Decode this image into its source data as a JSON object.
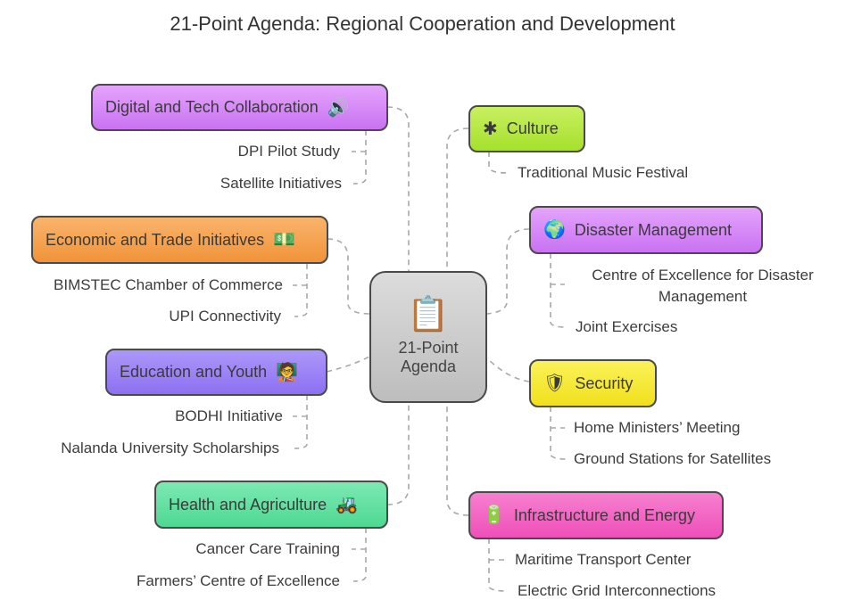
{
  "title": "21-Point Agenda: Regional Cooperation and Development",
  "center": {
    "line1": "21-Point",
    "line2": "Agenda",
    "icon": "clipboard-pencil-icon"
  },
  "left": [
    {
      "label": "Digital and Tech Collaboration",
      "icon": "speaker-signal-icon",
      "color": "#d78af6",
      "items": [
        "DPI Pilot Study",
        "Satellite Initiatives"
      ]
    },
    {
      "label": "Economic and Trade Initiatives",
      "icon": "money-calculator-icon",
      "color": "#f7a24f",
      "items": [
        "BIMSTEC Chamber of Commerce",
        "UPI Connectivity"
      ]
    },
    {
      "label": "Education and Youth",
      "icon": "teacher-board-icon",
      "color": "#9b82f6",
      "items": [
        "BODHI Initiative",
        "Nalanda University Scholarships"
      ]
    },
    {
      "label": "Health and Agriculture",
      "icon": "tractor-icon",
      "color": "#62e2a2",
      "items": [
        "Cancer Care Training",
        "Farmers’ Centre of Excellence"
      ]
    }
  ],
  "right": [
    {
      "label": "Culture",
      "icon": "sparkle-icon",
      "color": "#b8ea42",
      "items": [
        "Traditional Music Festival"
      ]
    },
    {
      "label": "Disaster Management",
      "icon": "globe-thermometer-icon",
      "color": "#d78af6",
      "items": [
        "Centre of Excellence for Disaster Management",
        "Joint Exercises"
      ]
    },
    {
      "label": "Security",
      "icon": "shield-check-icon",
      "color": "#f6ea2c",
      "items": [
        "Home Ministers’ Meeting",
        "Ground Stations for Satellites"
      ]
    },
    {
      "label": "Infrastructure and Energy",
      "icon": "battery-leaf-icon",
      "color": "#f462c2",
      "items": [
        "Maritime Transport Center",
        "Electric Grid Interconnections"
      ]
    }
  ]
}
